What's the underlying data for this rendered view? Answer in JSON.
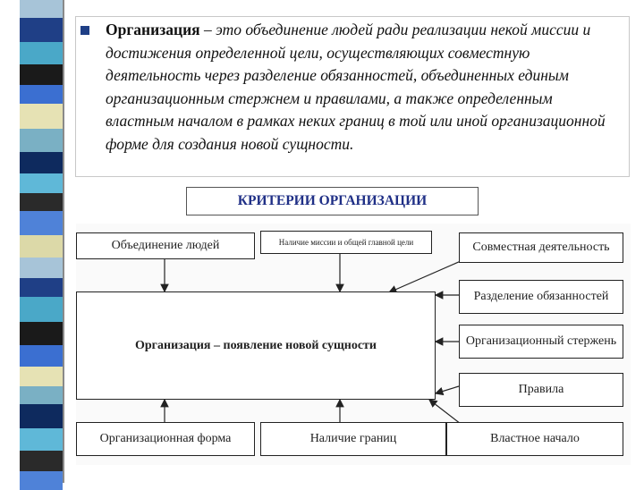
{
  "definition": {
    "term": "Организация",
    "text": " – это объединение людей ради реализации некой миссии и достижения определенной цели, осуществляющих совместную деятельность через разделение обязанностей, объединенных единым организационным стержнем и правилами, а также определенным властным началом в рамках неких границ в той или иной организационной форме для создания новой сущности."
  },
  "criteria_title": "КРИТЕРИИ ОРГАНИЗАЦИИ",
  "diagram": {
    "top_left": "Объединение людей",
    "top_middle": "Наличие миссии и общей главной цели",
    "top_right": "Совместная деятельность",
    "center": "Организация – появление новой сущности",
    "right_1": "Разделение обязанностей",
    "right_2": "Организационный стержень",
    "right_3": "Правила",
    "bottom_left": "Организационная форма",
    "bottom_middle": "Наличие границ",
    "bottom_right": "Властное начало"
  },
  "strip_colors": [
    "#a7c4d8",
    "#1f3f86",
    "#4aa8c8",
    "#1a1a1a",
    "#3b6fd1",
    "#e6e2b4",
    "#7ab0c4",
    "#0e2a5e",
    "#5fb8d8",
    "#2a2a2a",
    "#4f82d8",
    "#dcd9a8"
  ]
}
